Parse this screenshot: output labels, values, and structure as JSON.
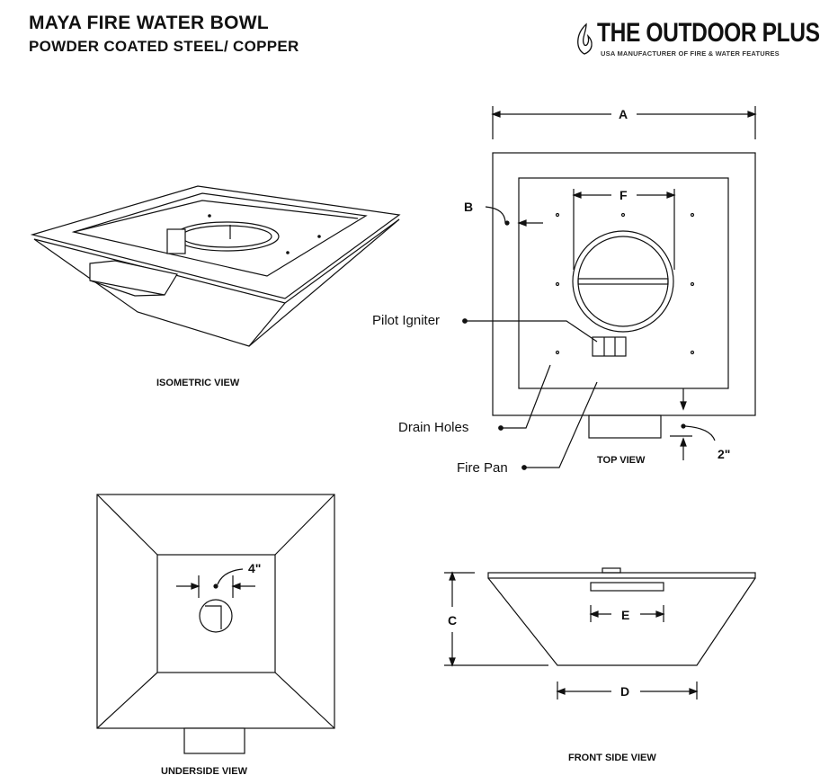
{
  "header": {
    "title": "MAYA FIRE WATER BOWL",
    "subtitle": "POWDER COATED STEEL/ COPPER"
  },
  "logo": {
    "name": "THE OUTDOOR PLUS",
    "tagline": "USA MANUFACTURER OF FIRE & WATER FEATURES"
  },
  "views": {
    "isometric": "ISOMETRIC VIEW",
    "top": "TOP VIEW",
    "underside": "UNDERSIDE VIEW",
    "front": "FRONT SIDE VIEW"
  },
  "labels": {
    "pilot": "Pilot Igniter",
    "drain": "Drain Holes",
    "pan": "Fire Pan"
  },
  "dims": {
    "a": "A",
    "b": "B",
    "c": "C",
    "d": "D",
    "e": "E",
    "f": "F",
    "two": "2\"",
    "four": "4\""
  }
}
